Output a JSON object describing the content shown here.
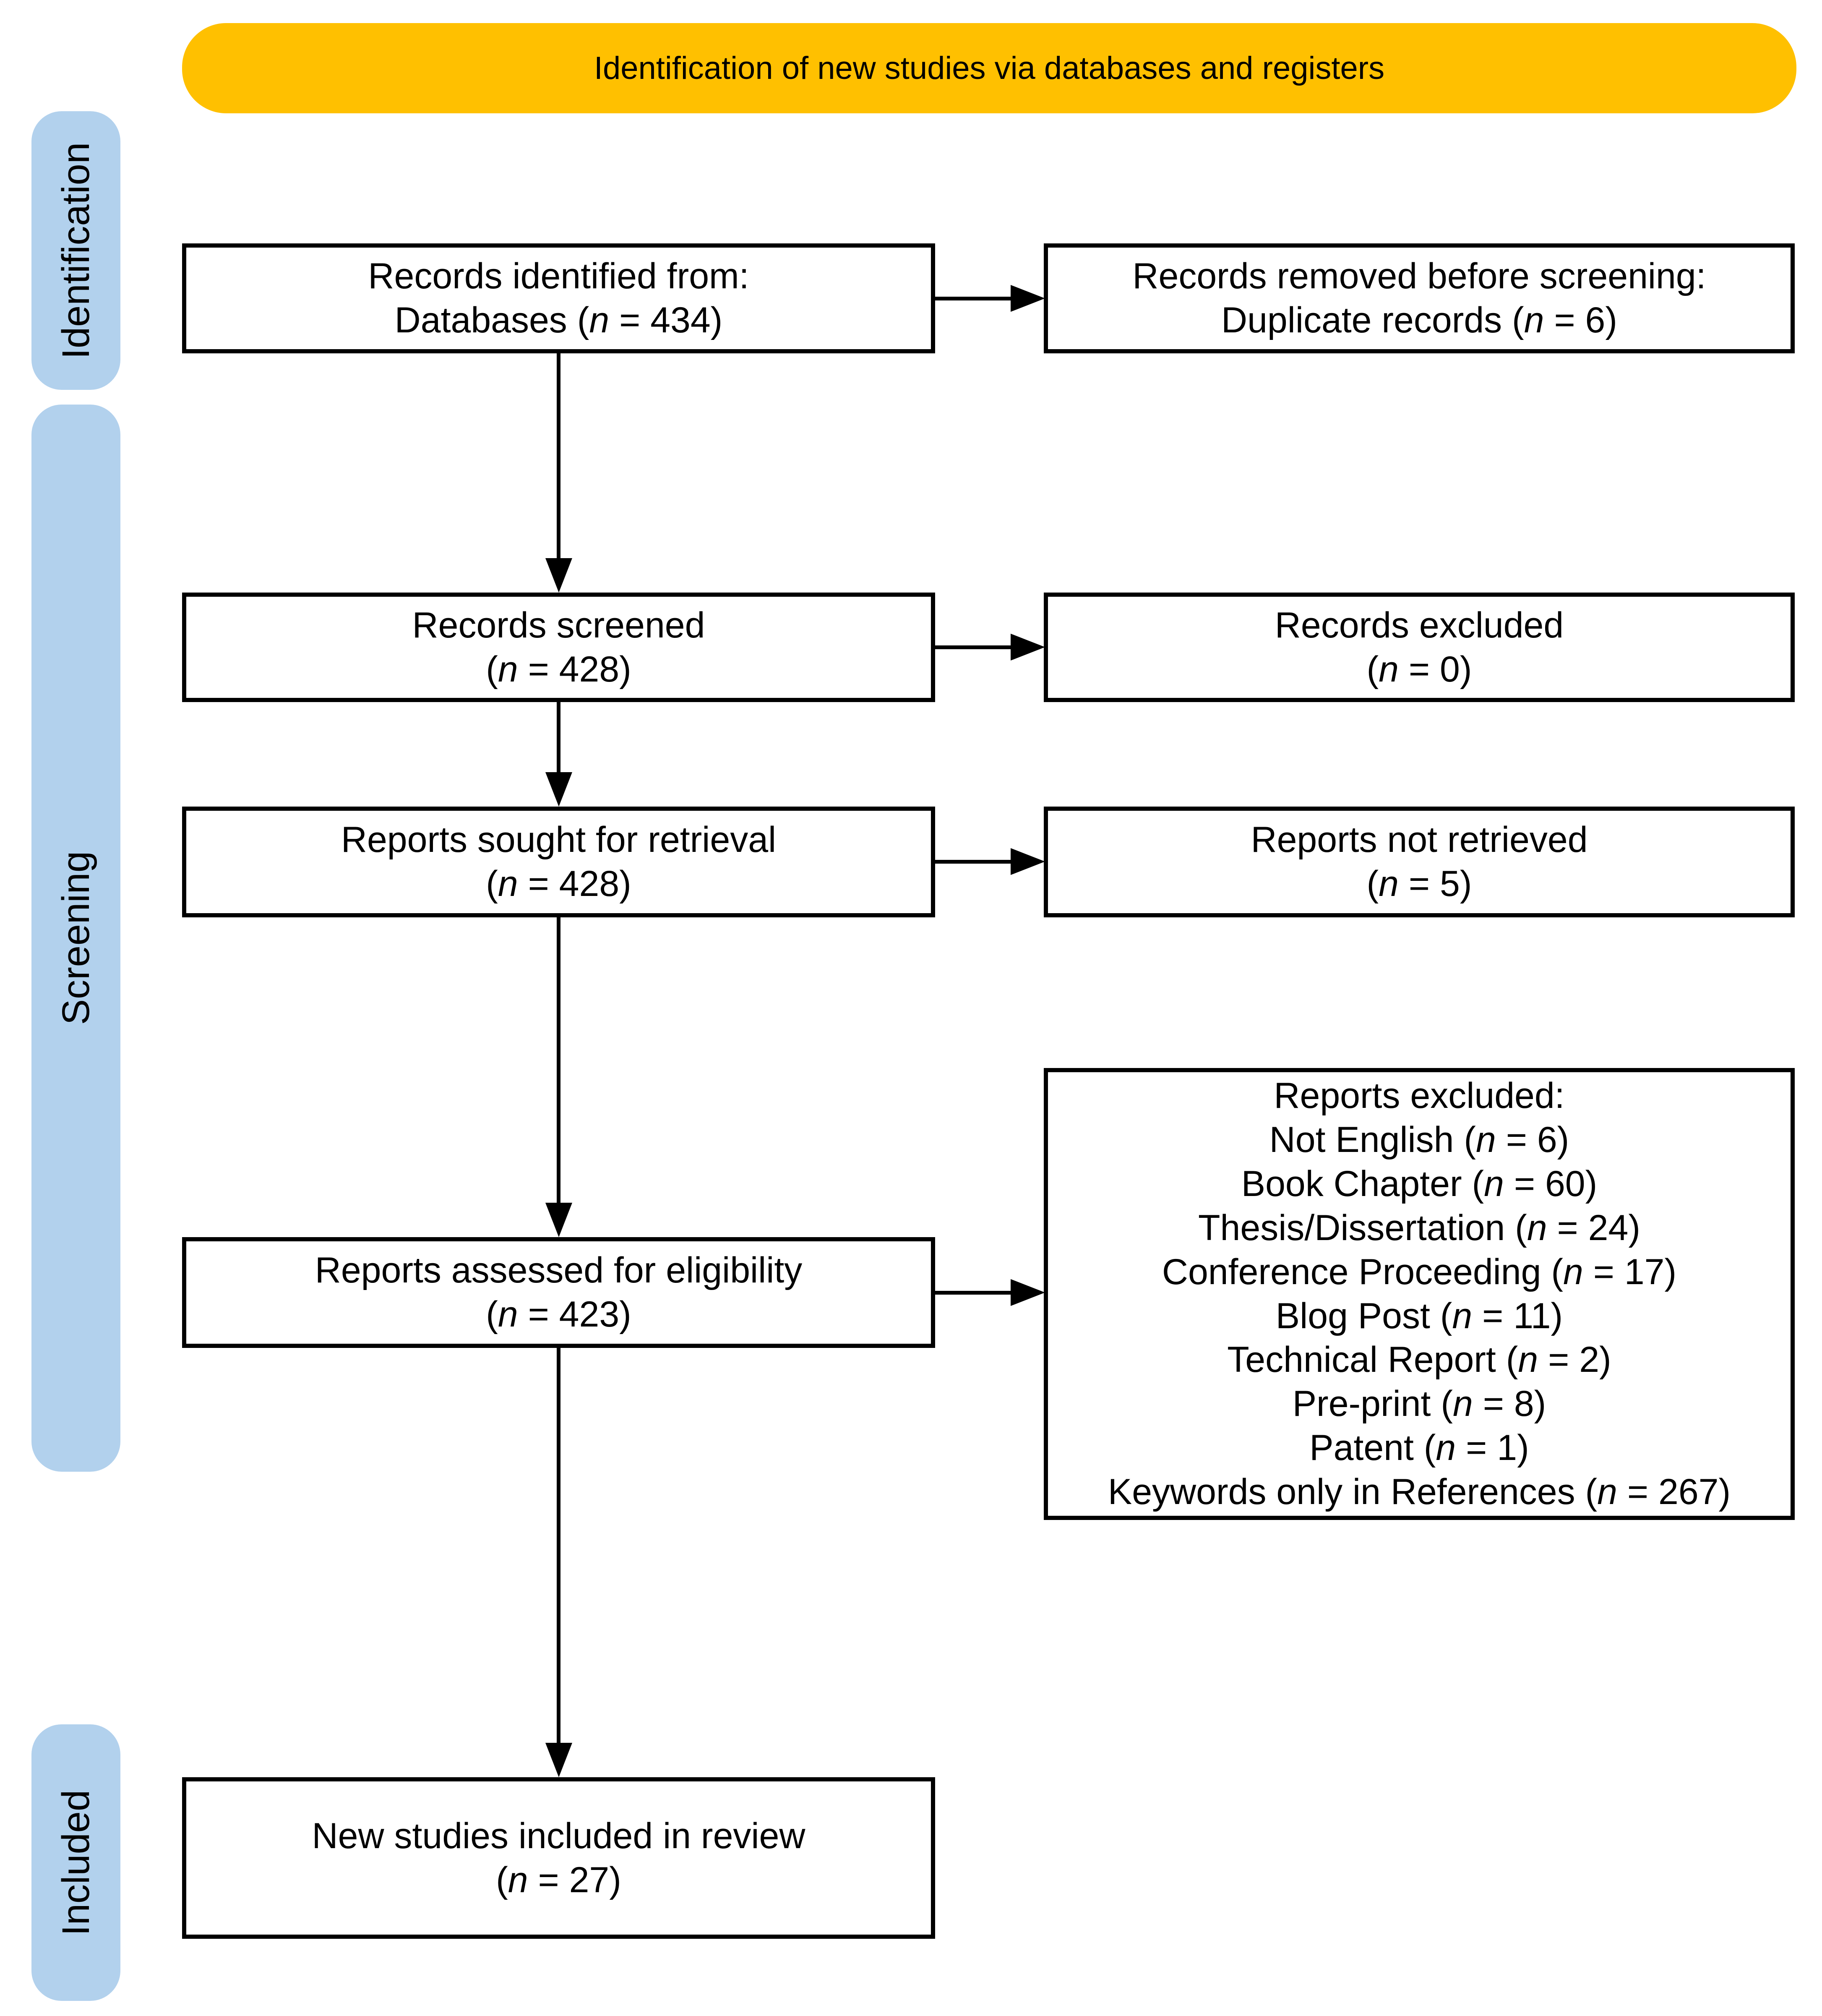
{
  "banner": {
    "label": "Identification of new studies via databases and registers",
    "bg_color": "#FFC000"
  },
  "sidebar": {
    "bg_color": "#B2D1ED",
    "bands": [
      {
        "id": "identification",
        "label": "Identification"
      },
      {
        "id": "screening",
        "label": "Screening"
      },
      {
        "id": "included",
        "label": "Included"
      }
    ]
  },
  "flow": {
    "n_var": "n",
    "box_border_color": "#000000",
    "boxes": [
      {
        "id": "records-identified",
        "lines": [
          {
            "text": "Records identified from:"
          },
          {
            "text": "Databases",
            "n": "434"
          }
        ]
      },
      {
        "id": "records-removed",
        "lines": [
          {
            "text": "Records removed before screening:"
          },
          {
            "text": "Duplicate records",
            "n": "6"
          }
        ]
      },
      {
        "id": "records-screened",
        "lines": [
          {
            "text": "Records screened"
          },
          {
            "text": "",
            "n": "428"
          }
        ]
      },
      {
        "id": "records-excluded",
        "lines": [
          {
            "text": "Records excluded"
          },
          {
            "text": "",
            "n": "0"
          }
        ]
      },
      {
        "id": "reports-sought",
        "lines": [
          {
            "text": "Reports sought for retrieval"
          },
          {
            "text": "",
            "n": "428"
          }
        ]
      },
      {
        "id": "reports-not-retrieved",
        "lines": [
          {
            "text": "Reports not retrieved"
          },
          {
            "text": "",
            "n": "5"
          }
        ]
      },
      {
        "id": "reports-assessed",
        "lines": [
          {
            "text": "Reports assessed for eligibility"
          },
          {
            "text": "",
            "n": "423"
          }
        ]
      },
      {
        "id": "reports-excluded",
        "lines": [
          {
            "text": "Reports excluded:"
          },
          {
            "text": "Not English",
            "n": "6"
          },
          {
            "text": "Book Chapter",
            "n": "60"
          },
          {
            "text": "Thesis/Dissertation",
            "n": "24"
          },
          {
            "text": "Conference Proceeding",
            "n": "17"
          },
          {
            "text": "Blog Post",
            "n": "11"
          },
          {
            "text": "Technical Report",
            "n": "2"
          },
          {
            "text": "Pre-print",
            "n": "8"
          },
          {
            "text": "Patent",
            "n": "1"
          },
          {
            "text": "Keywords only in References",
            "n": "267"
          }
        ]
      },
      {
        "id": "new-studies-included",
        "lines": [
          {
            "text": "New studies included in review"
          },
          {
            "text": "",
            "n": "27"
          }
        ]
      }
    ]
  }
}
